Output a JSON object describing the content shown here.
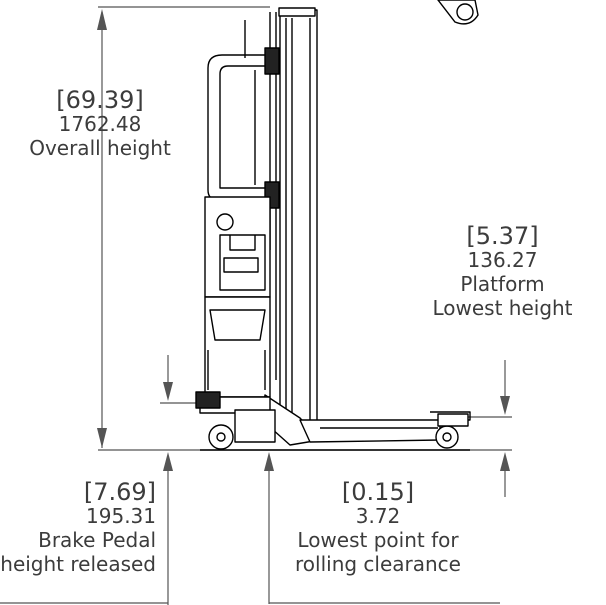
{
  "dimensions": {
    "overall_height": {
      "inches": "[69.39]",
      "mm": "1762.48",
      "caption": "Overall height"
    },
    "platform_lowest_height": {
      "inches": "[5.37]",
      "mm": "136.27",
      "caption_line1": "Platform",
      "caption_line2": "Lowest height"
    },
    "brake_pedal_height": {
      "inches": "[7.69]",
      "mm": "195.31",
      "caption_line1": "Brake Pedal",
      "caption_line2": "height released"
    },
    "rolling_clearance": {
      "inches": "[0.15]",
      "mm": "3.72",
      "caption_line1": "Lowest point for",
      "caption_line2": "rolling clearance"
    }
  },
  "colors": {
    "line": "#000000",
    "dim_line": "#555555",
    "text": "#3c3c3c",
    "hatch": "#333333"
  }
}
